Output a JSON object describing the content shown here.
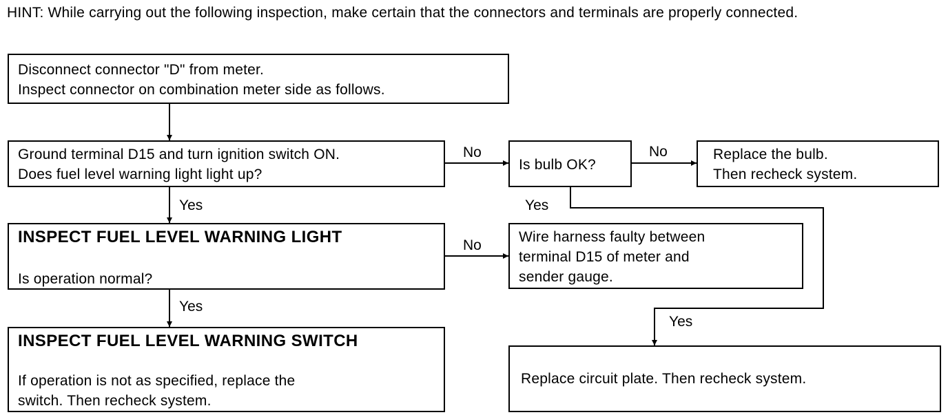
{
  "hint": "HINT: While carrying out the following inspection, make certain that the connectors and terminals are properly connected.",
  "steps": {
    "disconnect": {
      "line1": "Disconnect connector \"D\" from meter.",
      "line2": "Inspect connector on combination meter side as follows."
    },
    "ground": {
      "line1": "Ground terminal D15 and turn ignition switch ON.",
      "line2": "Does fuel level warning light light up?"
    },
    "bulb": {
      "text": "Is bulb OK?"
    },
    "replace_bulb": {
      "line1": "Replace the bulb.",
      "line2": "Then recheck system."
    },
    "inspect_light": {
      "title": "INSPECT FUEL LEVEL WARNING LIGHT",
      "question": "Is operation normal?"
    },
    "wire_harness": {
      "line1": "Wire harness faulty between",
      "line2": "terminal D15 of meter and",
      "line3": "sender gauge."
    },
    "inspect_switch": {
      "title": "INSPECT FUEL LEVEL WARNING SWITCH",
      "line1": "If operation is not as specified, replace the",
      "line2": "switch. Then recheck system."
    },
    "replace_plate": {
      "text": "Replace circuit plate. Then recheck system."
    }
  },
  "labels": {
    "no1": "No",
    "no2": "No",
    "no3": "No",
    "yes1": "Yes",
    "yes2": "Yes",
    "yes3": "Yes",
    "yes4": "Yes"
  }
}
